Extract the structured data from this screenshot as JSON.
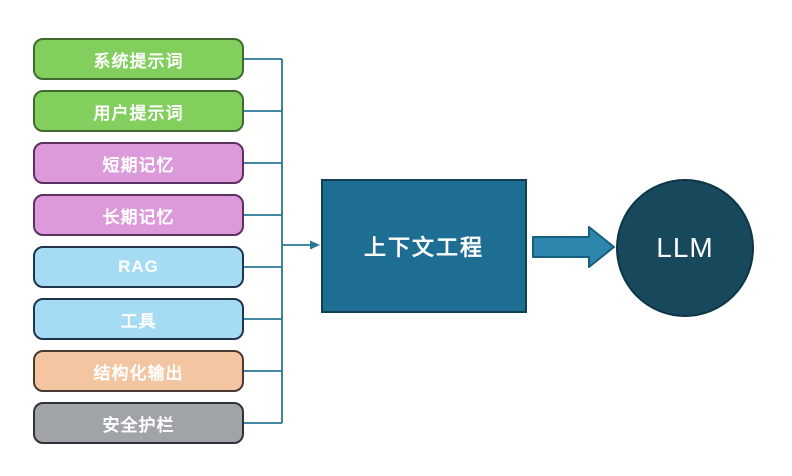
{
  "diagram": {
    "inputs": [
      {
        "label": "系统提示词",
        "fill": "#82CF5E",
        "border": "#3F6B2E"
      },
      {
        "label": "用户提示词",
        "fill": "#82CF5E",
        "border": "#3F6B2E"
      },
      {
        "label": "短期记忆",
        "fill": "#DD9ADA",
        "border": "#5C3060"
      },
      {
        "label": "长期记忆",
        "fill": "#DD9ADA",
        "border": "#5C3060"
      },
      {
        "label": "RAG",
        "fill": "#A6DCF3",
        "border": "#20344E"
      },
      {
        "label": "工具",
        "fill": "#A6DCF3",
        "border": "#20344E"
      },
      {
        "label": "结构化输出",
        "fill": "#F3C5A1",
        "border": "#4A3A30"
      },
      {
        "label": "安全护栏",
        "fill": "#A0A4A8",
        "border": "#2F3338"
      }
    ],
    "process": {
      "label": "上下文工程",
      "fill": "#1E6E94",
      "border": "#113F55"
    },
    "output": {
      "label": "LLM",
      "fill": "#18485C",
      "border": "#0E3546"
    },
    "colors": {
      "connector_line": "#2A7795",
      "big_arrow_fill": "#2E86AF",
      "big_arrow_border": "#175E7C",
      "node_text": "#FFFFFF",
      "background": "#FFFFFF"
    }
  }
}
